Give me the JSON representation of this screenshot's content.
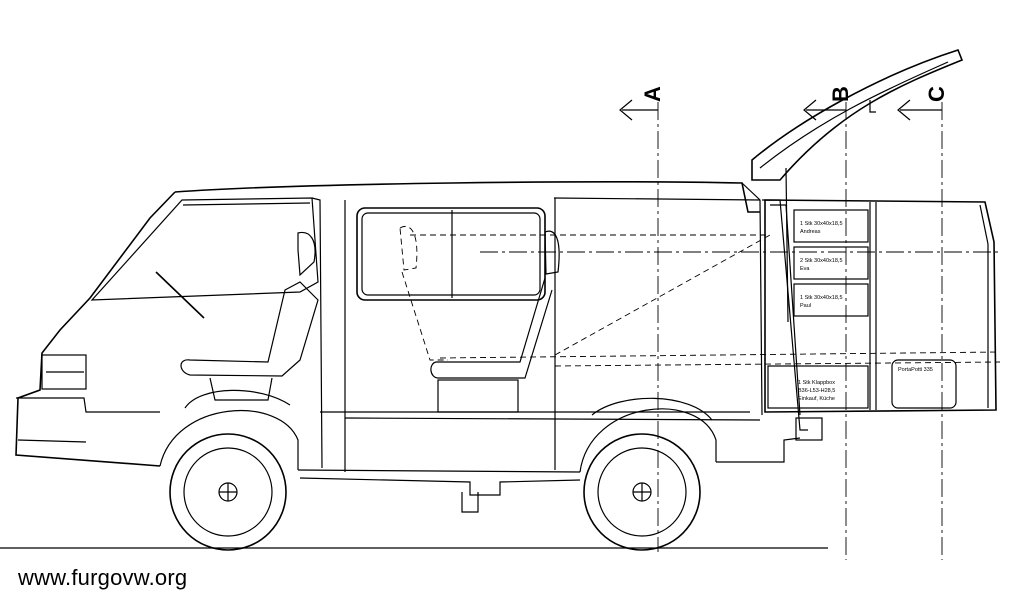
{
  "sections": {
    "a": "A",
    "b": "B",
    "c": "C"
  },
  "storage": [
    {
      "line1": "1 Stk 30x40x18,5",
      "line2": "Andreas"
    },
    {
      "line1": "2 Stk 30x40x18,5",
      "line2": "Eva"
    },
    {
      "line1": "1 Stk 30x40x18,5",
      "line2": "Paul"
    },
    {
      "line1": "1 Stk Klappbox",
      "line2": "B36-L53-H28,5",
      "line3": "Einkauf, Küche"
    }
  ],
  "toilet_label": "PortaPotti 335",
  "footer": {
    "url": "www.furgovw.org"
  }
}
